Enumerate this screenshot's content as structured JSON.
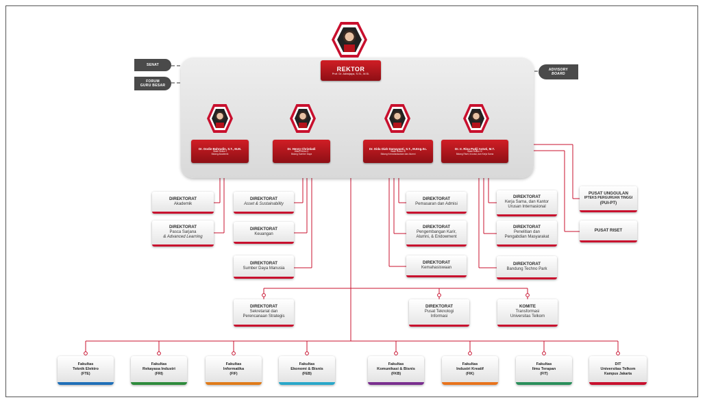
{
  "senat": "SENAT",
  "forum": [
    "FORUM",
    "GURU BESAR"
  ],
  "advisory": [
    "ADVISORY",
    "BOARD"
  ],
  "rektor": {
    "title": "REKTOR",
    "name": "Prof. Dr. Adiwijaya, S.Si., M.Si."
  },
  "vice": [
    {
      "name": "Dr. Dodie Bahrudin, S.T., M.M.",
      "line1": "Wakil Rektor I",
      "line2": "Bidang Akademik"
    },
    {
      "name": "Dr. Henry Christiadi",
      "line1": "Wakil Rektor II",
      "line2": "Bidang Sumber Daya"
    },
    {
      "name": "Dr. Dida Diah Damayanti, S.T., M.Eng.Sc.",
      "line1": "Wakil Rektor III",
      "line2": "Bidang Kemahasiswaan dan Alumni"
    },
    {
      "name": "Dr. Ir. Rina Pudji Astuti, M.T.",
      "line1": "Wakil Rektor IV",
      "line2": "Bidang Riset, Inovasi, dan Kerja Sama"
    }
  ],
  "dir": {
    "akademik": {
      "h": "DIREKTORAT",
      "b": "Akademik"
    },
    "pascasarjana": {
      "h": "DIREKTORAT",
      "b1": "Pasca Sarjana",
      "b2": "& Advanced Learning"
    },
    "asset": {
      "h": "DIREKTORAT",
      "b": "Asset & Sustainability"
    },
    "keuangan": {
      "h": "DIREKTORAT",
      "b": "Keuangan"
    },
    "sdm": {
      "h": "DIREKTORAT",
      "b": "Sumber Daya Manusia"
    },
    "pemasaran": {
      "h": "DIREKTORAT",
      "b": "Pemasaran dan Admisi"
    },
    "karir": {
      "h": "DIREKTORAT",
      "b1": "Pengembangan Karir,",
      "b2": "Alumni, & Endowment"
    },
    "kemahasiswaan": {
      "h": "DIREKTORAT",
      "b": "Kemahasiswaan"
    },
    "kerjasama": {
      "h": "DIREKTORAT",
      "b1": "Kerja Sama, dan Kantor",
      "b2": "Urusan Internasional"
    },
    "penelitian": {
      "h": "DIREKTORAT",
      "b1": "Penelitian dan",
      "b2": "Pengabdian Masyarakat"
    },
    "btp": {
      "h": "DIREKTORAT",
      "b": "Bandung Techno Park"
    },
    "sekretariat": {
      "h": "DIREKTORAT",
      "b1": "Sekretariat dan",
      "b2": "Perencanaan Strategis"
    },
    "pti": {
      "h": "DIREKTORAT",
      "b1": "Pusat Teknologi",
      "b2": "Informasi"
    },
    "komite": {
      "h": "KOMITE",
      "b1": "Transformasi",
      "b2": "Universitas Telkom"
    }
  },
  "pusat": {
    "unggulan": [
      "PUSAT UNGGULAN",
      "IPTEKS PERGURUAN TINGGI",
      "(PUI-PT)"
    ],
    "riset": "PUSAT RISET"
  },
  "faculties": [
    {
      "l1": "Fakultas",
      "l2": "Teknik Elektro",
      "code": "(FTE)",
      "color": "#1f6fb8"
    },
    {
      "l1": "Fakultas",
      "l2": "Rekayasa Industri",
      "code": "(FRI)",
      "color": "#2e8b3c"
    },
    {
      "l1": "Fakultas",
      "l2": "Informatika",
      "code": "(FIF)",
      "color": "#e07b1a"
    },
    {
      "l1": "Fakultas",
      "l2": "Ekonomi & Bisnis",
      "code": "(FEB)",
      "color": "#29a7c9"
    },
    {
      "l1": "Fakultas",
      "l2": "Komunikasi & Bisnis",
      "code": "(FKB)",
      "color": "#7a2f8f"
    },
    {
      "l1": "Fakultas",
      "l2": "Industri Kreatif",
      "code": "(FIK)",
      "color": "#e8731c"
    },
    {
      "l1": "Fakultas",
      "l2": "Ilmu Terapan",
      "code": "(FIT)",
      "color": "#2a8f5b"
    },
    {
      "l1": "DIT",
      "l2": "Universitas Telkom",
      "code": "Kampus Jakarta",
      "color": "#c8102e"
    }
  ],
  "colors": {
    "red": "#c8102e",
    "dark": "#4a4a4a"
  }
}
